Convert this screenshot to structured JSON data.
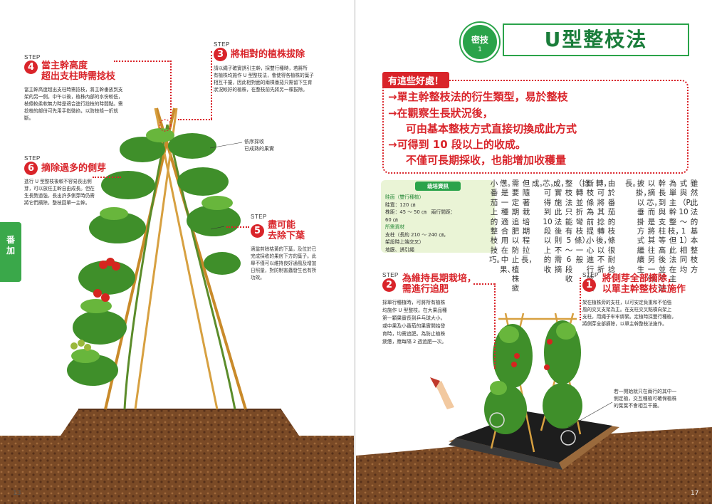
{
  "left_page": {
    "page_number": "13",
    "side_tab": "番加",
    "step_word": "STEP",
    "steps": [
      {
        "num": "4",
        "title_lines": [
          "當主幹高度",
          "超出支柱時需捻枝"
        ],
        "body_lines": [
          "當主幹高度超出支柱時需捻枝，將主幹垂放到支",
          "架的另一側。中午以後，植株內部的水份較低，",
          "枝條較柔軟無力時是適合進行捻枝的時間點。需",
          "捻枝的部份可先用手指微掐，以防枝條一折就",
          "斷。"
        ]
      },
      {
        "num": "3",
        "title_lines": [
          "將相對的植株拔除"
        ],
        "body_lines": [
          "請以繩子確實誘引主幹，採雙行種時，若將所",
          "有植株均施作 U 型整枝法，會使得各植株的葉子",
          "相互干擾，因此相對面的兩棵番茄只需留下生育",
          "狀況較好的植株，在整枝前先將另一棵拔除。"
        ]
      },
      {
        "num": "6",
        "title_lines": [
          "摘除過多的側芽"
        ],
        "body_lines": [
          "進行 U 型整枝後較不容易長出側",
          "芽，可以放任主幹自由成長。但在",
          "生長勢過強，長出許多側芽時仍需",
          "將它們摘除，整枝回單一主幹。"
        ]
      },
      {
        "num": "5",
        "title_lines": [
          "盡可能",
          "去除下葉"
        ],
        "body_lines": [
          "適當剪除枯黃的下葉，及位於已",
          "完成採收的果房下方的葉子。此",
          "舉不僅可以維持良好通風及增加",
          "日照量，對防制害蟲發生也有所",
          "功效。"
        ]
      }
    ],
    "annotation_lines": [
      "依序採收",
      "已成熟的果實"
    ]
  },
  "right_page": {
    "page_number": "17",
    "badge": {
      "line1": "密技",
      "line2": "1"
    },
    "title": "U型整枝法",
    "benefit_tag": "有這些好處！",
    "benefits": [
      "→單主幹整枝法的衍生類型，易於整枝",
      "→在觀察生長狀況後，",
      "可由基本整枝方式直接切換成此方式",
      "→可得到 10 段以上的收成。",
      "不僅可長期採收，也能增加收穫量"
    ],
    "info": {
      "head": "栽培資訊",
      "rows": [
        {
          "text": "畦面（雙行種植）",
          "green": true
        },
        {
          "text": "畦寬：120 ㎝",
          "green": false
        },
        {
          "text": "株距：45 ～ 50 ㎝　兩行間距：",
          "green": false
        },
        {
          "text": "60 ㎝",
          "green": false
        },
        {
          "text": "所需資材",
          "green": true
        },
        {
          "text": "支柱（長約 210 ～ 240 ㎝，",
          "green": false
        },
        {
          "text": "架設時上端交叉）",
          "green": false
        },
        {
          "text": "地膜、誘引繩",
          "green": false
        }
      ]
    },
    "vertical_columns": [
      "雖然此法的基本整枝方",
      "式與（P. 10～11）相同均",
      "為單主幹整枝，但此法在主",
      "幹長到與支柱等高後並不加",
      "以摘芯，而是將其往另一側",
      "披掛，以垂掛方式繼續生",
      "長。",
      "由於番茄的枝條很耐捻",
      "轉，可將其捻轉後，以不折",
      "斷枝條為前提小心進行捻枝",
      "（捻轉並折彎枝條）。一般",
      "整枝法只能有 5～6 段收",
      "成，實施此法後則不需摘",
      "芯，可得到 10 段以上的收",
      "成。",
      "但隨著栽培期程拉長，",
      "需要定期追肥以防止植株疲",
      "憊。是一種適合用在中果、",
      "小番茄上的整枝技巧。"
    ],
    "steps": [
      {
        "num": "2",
        "title_lines": [
          "為維持長期栽培，",
          "需進行追肥"
        ],
        "body_lines": [
          "採單行種植時，可將所有植株",
          "均施作 U 型整枝。在大果品種",
          "第一顆果實長到乒乓球大小，",
          "或中果及小番茄的果實開始發",
          "育時，均需追肥。為防止植株",
          "疲憊，應每隔 2 週追肥一次。"
        ]
      },
      {
        "num": "1",
        "title_lines": [
          "將側芽全部摘除，",
          "以單主幹整枝法施作"
        ],
        "body_lines": [
          "架在植株旁的支柱，以可安定負重和不怕強",
          "風的交叉支架為主。在支柱交叉點橫向架上",
          "支柱，用繩子牢牢綁緊。定植時採雙行種植，",
          "將側芽全部摘除，以單主幹整枝法施作。"
        ]
      }
    ],
    "annotation_lines": [
      "若一開始就只在兩行的其中一",
      "側定植，交互種植可確保植株",
      "的葉葉不會相互干擾。"
    ]
  },
  "colors": {
    "red": "#d9242a",
    "green": "#2aa34a",
    "soil": "#7a4a26"
  }
}
